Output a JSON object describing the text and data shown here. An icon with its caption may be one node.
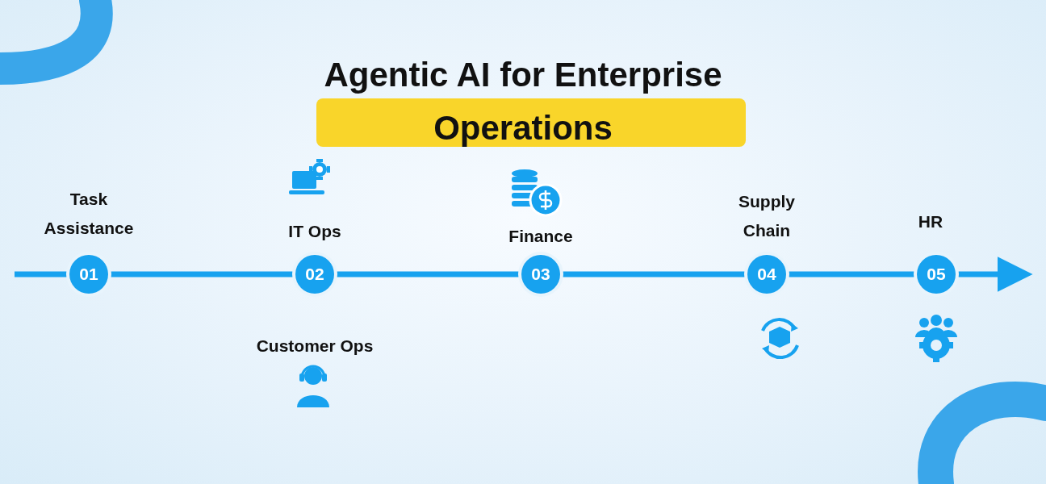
{
  "diagram": {
    "title": "Agentic AI for Enterprise Operations",
    "nodes": [
      {
        "text": [
          "01"
        ],
        "beside": [
          "Task Assistance"
        ]
      },
      {
        "text": [
          "02"
        ],
        "beside": [
          "IT Ops",
          "Customer Ops"
        ]
      },
      {
        "text": [
          "03"
        ],
        "beside": [
          "Finance"
        ]
      },
      {
        "text": [
          "04"
        ],
        "beside": [
          "Supply Chain"
        ]
      },
      {
        "text": [
          "05"
        ],
        "beside": [
          "HR"
        ]
      }
    ],
    "edges": [
      {
        "from": null,
        "to": 0,
        "arrow": "none"
      },
      {
        "from": 0,
        "to": 1,
        "arrow": "none"
      },
      {
        "from": 1,
        "to": 2,
        "arrow": "none"
      },
      {
        "from": 2,
        "to": 3,
        "arrow": "none"
      },
      {
        "from": 3,
        "to": 4,
        "arrow": "none"
      },
      {
        "from": 4,
        "to": null,
        "arrow": "to"
      }
    ]
  }
}
